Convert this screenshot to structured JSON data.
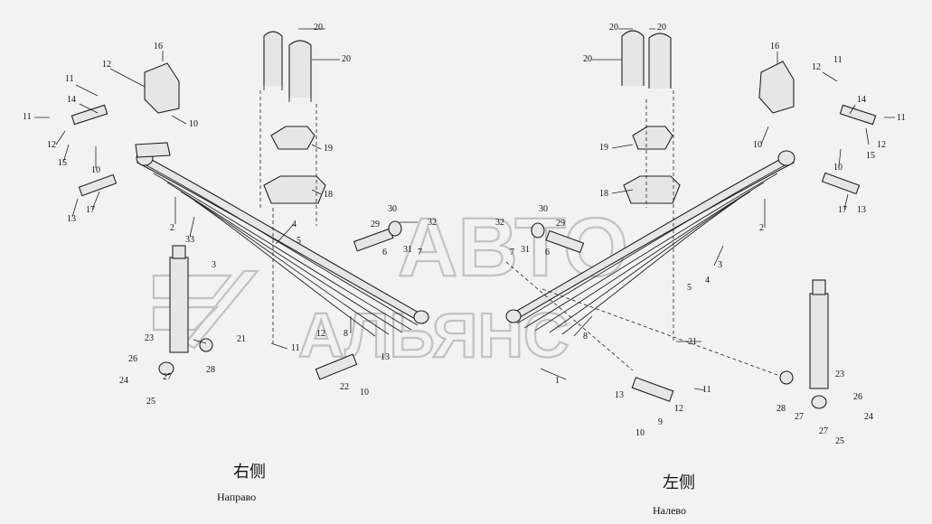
{
  "watermark": {
    "line1": "АВТО",
    "line2": "АЛЬЯНС"
  },
  "captions": {
    "right_side_cn": "右侧",
    "right_side_ru": "Направо",
    "left_side_cn": "左侧",
    "left_side_ru": "Налево"
  },
  "callouts_left": [
    "16",
    "12",
    "11",
    "14",
    "11",
    "12",
    "15",
    "10",
    "10",
    "17",
    "13",
    "2",
    "33",
    "3",
    "4",
    "5",
    "20",
    "20",
    "19",
    "18",
    "29",
    "30",
    "31",
    "32",
    "6",
    "7",
    "8",
    "12",
    "11",
    "13",
    "22",
    "10",
    "21",
    "23",
    "26",
    "24",
    "27",
    "25",
    "28"
  ],
  "callouts_right": [
    "20",
    "20",
    "20",
    "16",
    "12",
    "11",
    "14",
    "11",
    "12",
    "15",
    "10",
    "10",
    "19",
    "18",
    "17",
    "13",
    "2",
    "3",
    "4",
    "5",
    "30",
    "32",
    "29",
    "31",
    "6",
    "7",
    "8",
    "1",
    "21",
    "13",
    "11",
    "12",
    "9",
    "10",
    "23",
    "28",
    "27",
    "26",
    "24",
    "27",
    "25"
  ]
}
